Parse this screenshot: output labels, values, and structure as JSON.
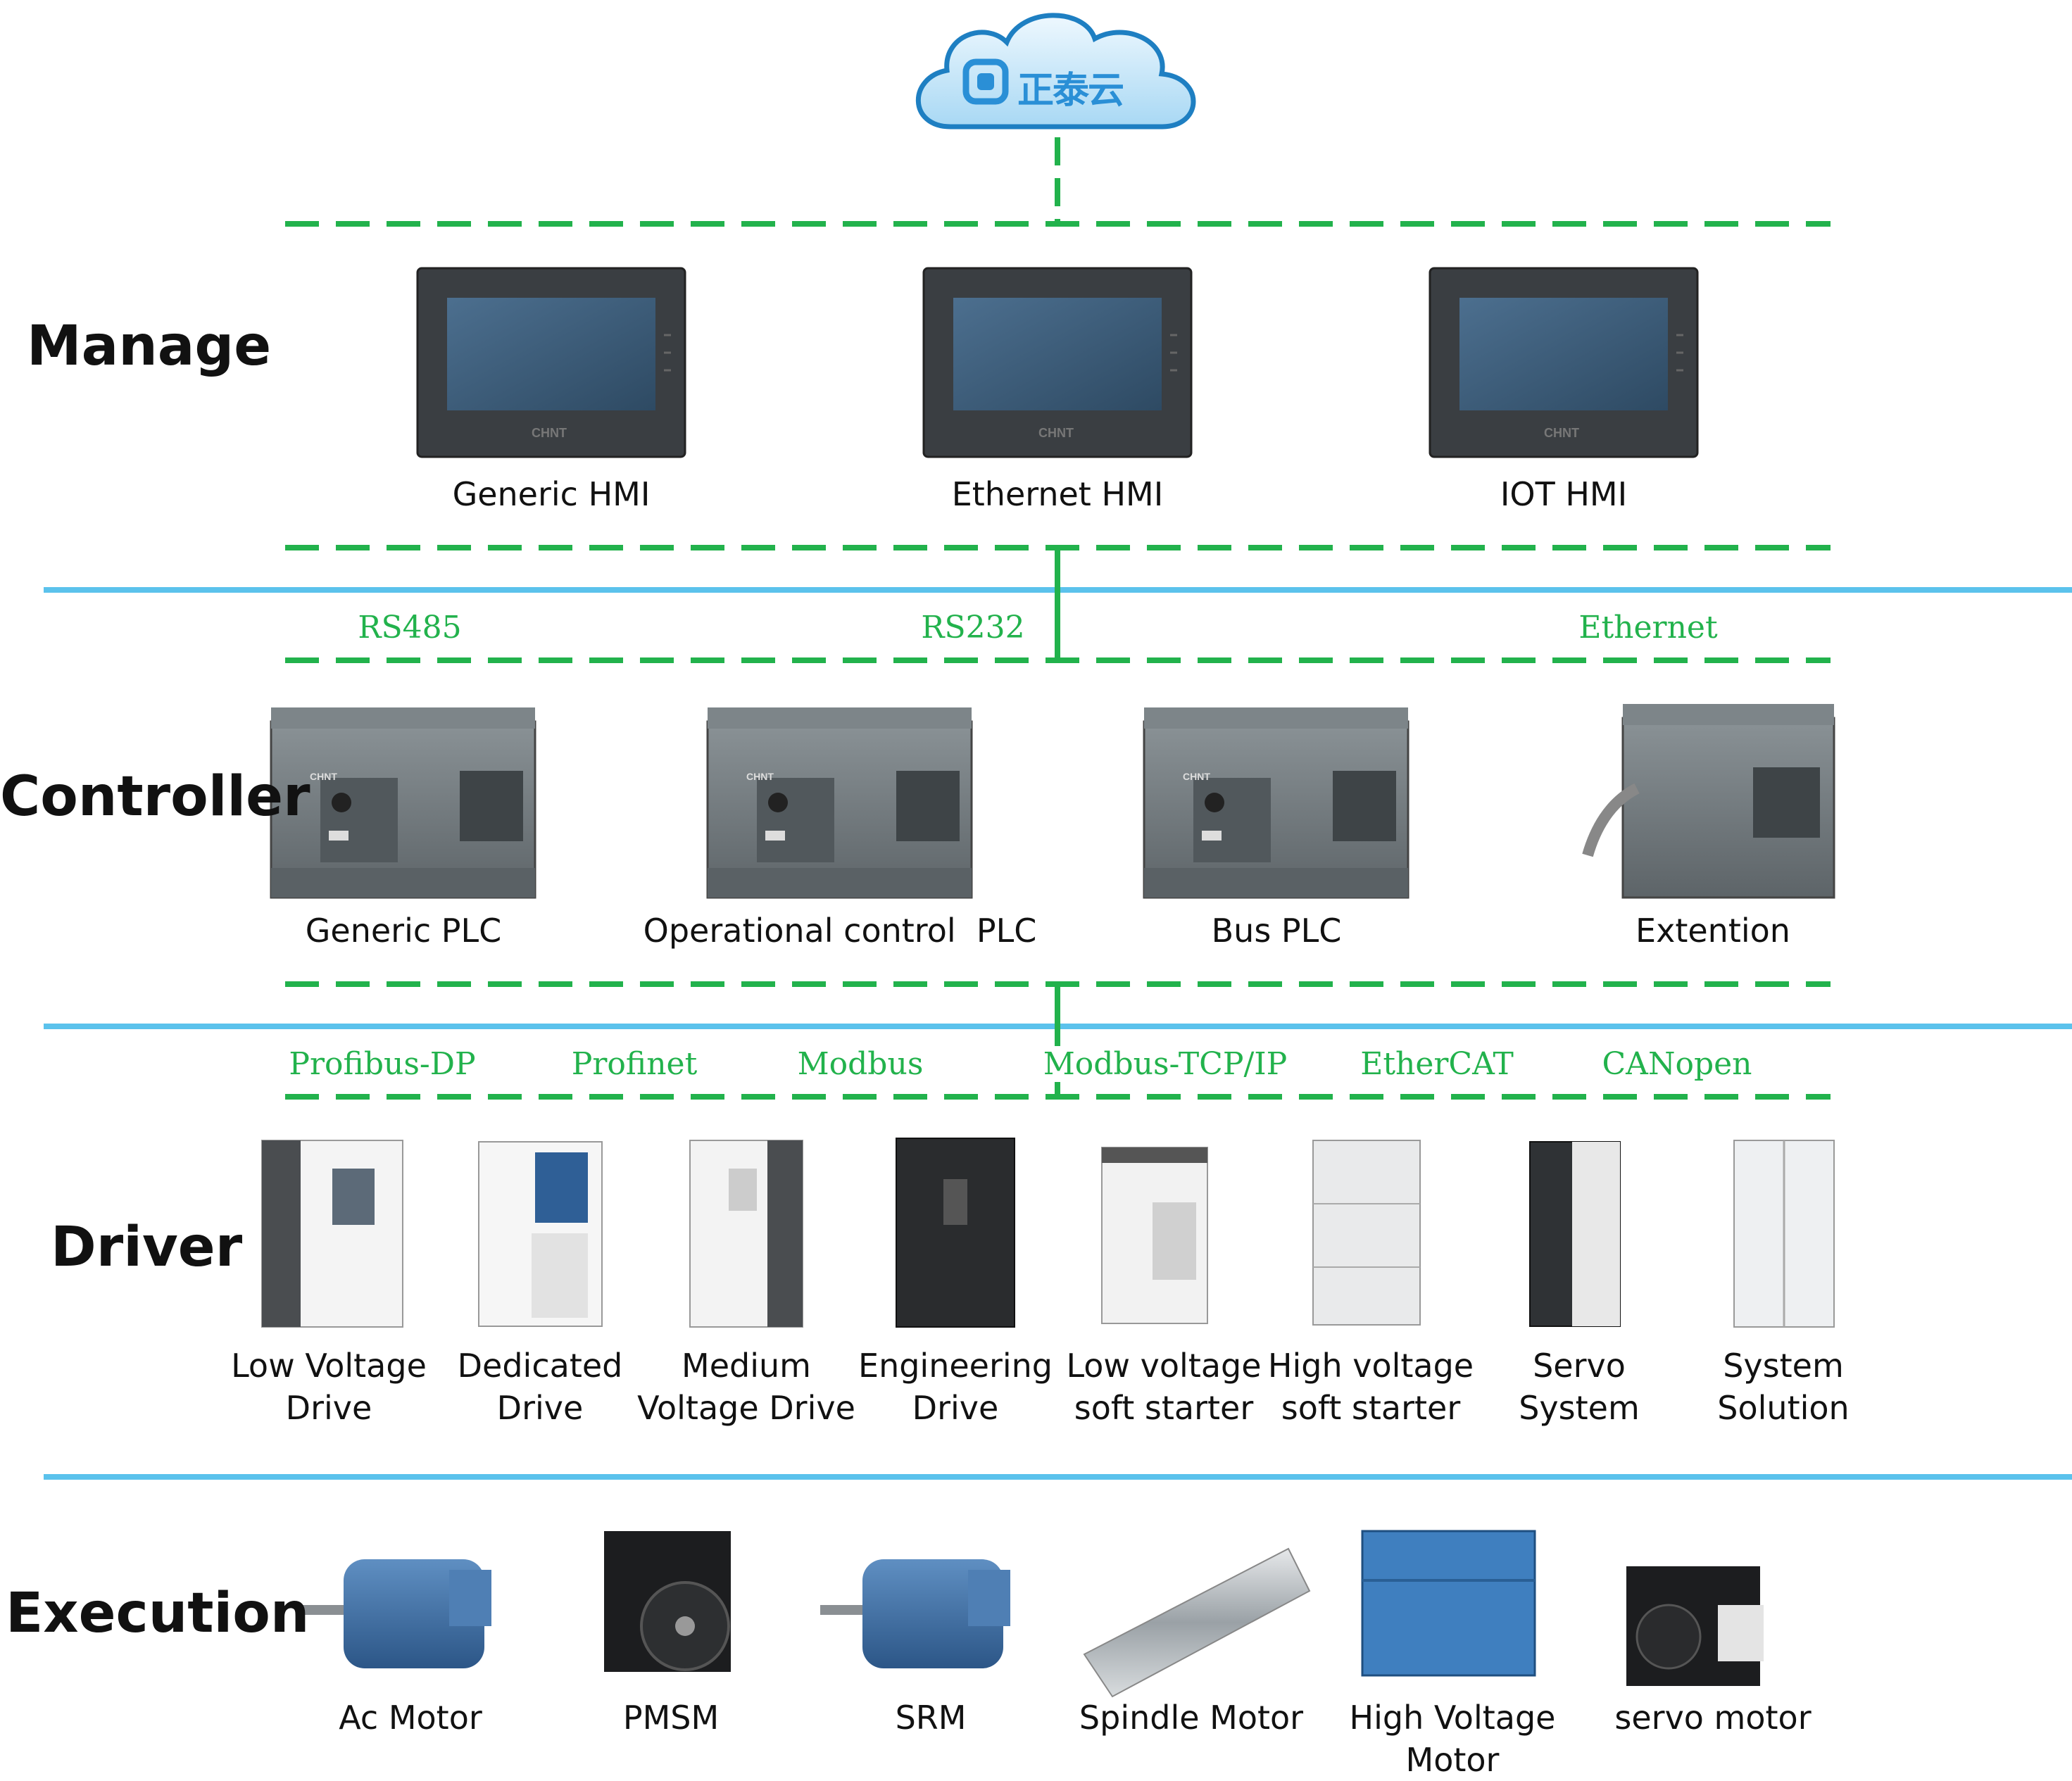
{
  "cloud": {
    "brand_text": "正泰云"
  },
  "layers": {
    "manage": "Manage",
    "controller": "Controller",
    "driver": "Driver",
    "execution": "Execution"
  },
  "hmi": {
    "brand": "CHNT",
    "items": [
      "Generic HMI",
      "Ethernet HMI",
      "IOT HMI"
    ]
  },
  "protocols_top": [
    "RS485",
    "RS232",
    "Ethernet"
  ],
  "controllers": {
    "brand": "CHNT",
    "items": [
      "Generic PLC",
      "Operational control  PLC",
      "Bus PLC",
      "Extention"
    ]
  },
  "protocols_bottom": [
    "Profibus-DP",
    "Profinet",
    "Modbus",
    "Modbus-TCP/IP",
    "EtherCAT",
    "CANopen"
  ],
  "drivers": [
    {
      "line1": "Low Voltage",
      "line2": "Drive"
    },
    {
      "line1": "Dedicated",
      "line2": "Drive"
    },
    {
      "line1": "Medium",
      "line2": "Voltage Drive"
    },
    {
      "line1": "Engineering",
      "line2": "Drive"
    },
    {
      "line1": "Low voltage",
      "line2": "soft starter"
    },
    {
      "line1": "High voltage",
      "line2": "soft starter"
    },
    {
      "line1": "Servo",
      "line2": "System"
    },
    {
      "line1": "System",
      "line2": "Solution"
    }
  ],
  "motors": [
    {
      "line1": "Ac Motor",
      "line2": ""
    },
    {
      "line1": "PMSM",
      "line2": ""
    },
    {
      "line1": "SRM",
      "line2": ""
    },
    {
      "line1": "Spindle Motor",
      "line2": ""
    },
    {
      "line1": "High Voltage",
      "line2": "Motor"
    },
    {
      "line1": "servo motor",
      "line2": ""
    }
  ],
  "colors": {
    "green_dash": "#22b24c",
    "blue_line": "#5bc2ec",
    "cloud_fill": "#cfe9f8",
    "cloud_stroke": "#1e7fc2",
    "device_gray": "#6b7378",
    "motor_blue": "#3a6ea5"
  }
}
